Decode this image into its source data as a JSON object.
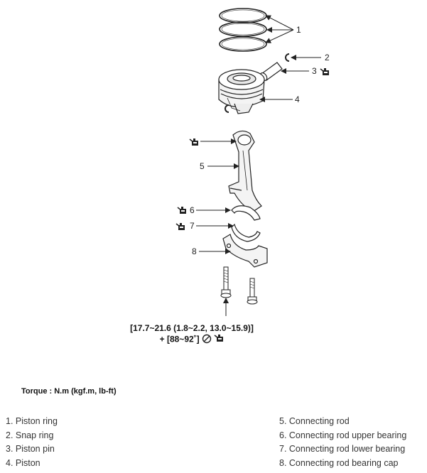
{
  "callouts": [
    "1",
    "2",
    "3",
    "4",
    "5",
    "6",
    "7",
    "8"
  ],
  "torque_spec": {
    "line1": "[17.7~21.6 (1.8~2.2, 13.0~15.9)]",
    "line2": "+ [88~92˚]"
  },
  "torque_units_label": "Torque : N.m (kgf.m, lb-ft)",
  "legend_left": [
    "1. Piston ring",
    "2. Snap ring",
    "3. Piston pin",
    "4. Piston"
  ],
  "legend_right": [
    "5. Connecting rod",
    "6. Connecting rod upper bearing",
    "7. Connecting rod lower bearing",
    "8. Connecting rod bearing cap"
  ],
  "icons": [
    "oil-can-icon",
    "do-not-reuse-icon"
  ],
  "colors": {
    "line": "#222222",
    "text": "#333333",
    "background": "#ffffff"
  }
}
